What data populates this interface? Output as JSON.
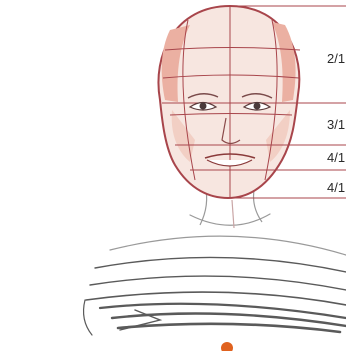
{
  "proportion_labels": [
    "2/1",
    "3/1",
    "4/1",
    "4/1"
  ],
  "colors": {
    "outline": "#a8454b",
    "face_fill": "#f7e6e0",
    "face_shade": "#ebb0a2",
    "grid_line": "#a8454b",
    "dot": "#e0621f",
    "shirt_stripe": "#5a5a5a",
    "neck_line": "#9a9a9a"
  },
  "icons": {
    "eye_left": "eye-icon",
    "eye_right": "eye-icon",
    "dot": "orange-dot"
  }
}
